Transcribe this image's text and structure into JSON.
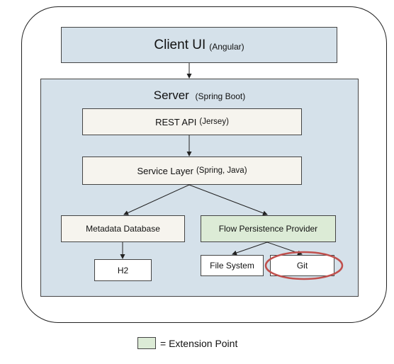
{
  "client_ui": {
    "title": "Client UI",
    "subtitle": "(Angular)"
  },
  "server": {
    "title": "Server",
    "subtitle": "(Spring Boot)"
  },
  "rest_api": {
    "title": "REST API",
    "subtitle": "(Jersey)"
  },
  "service_layer": {
    "title": "Service Layer",
    "subtitle": "(Spring, Java)"
  },
  "metadata_database": {
    "label": "Metadata Database"
  },
  "flow_persistence_provider": {
    "label": "Flow Persistence Provider"
  },
  "h2": {
    "label": "H2"
  },
  "file_system": {
    "label": "File System"
  },
  "git": {
    "label": "Git"
  },
  "legend": {
    "label": "= Extension Point"
  },
  "colors": {
    "container_fill": "#d5e1ea",
    "component_fill": "#f6f4ee",
    "extension_point_fill": "#dcebd6",
    "highlight_ring": "#c0504d",
    "line": "#222222"
  }
}
